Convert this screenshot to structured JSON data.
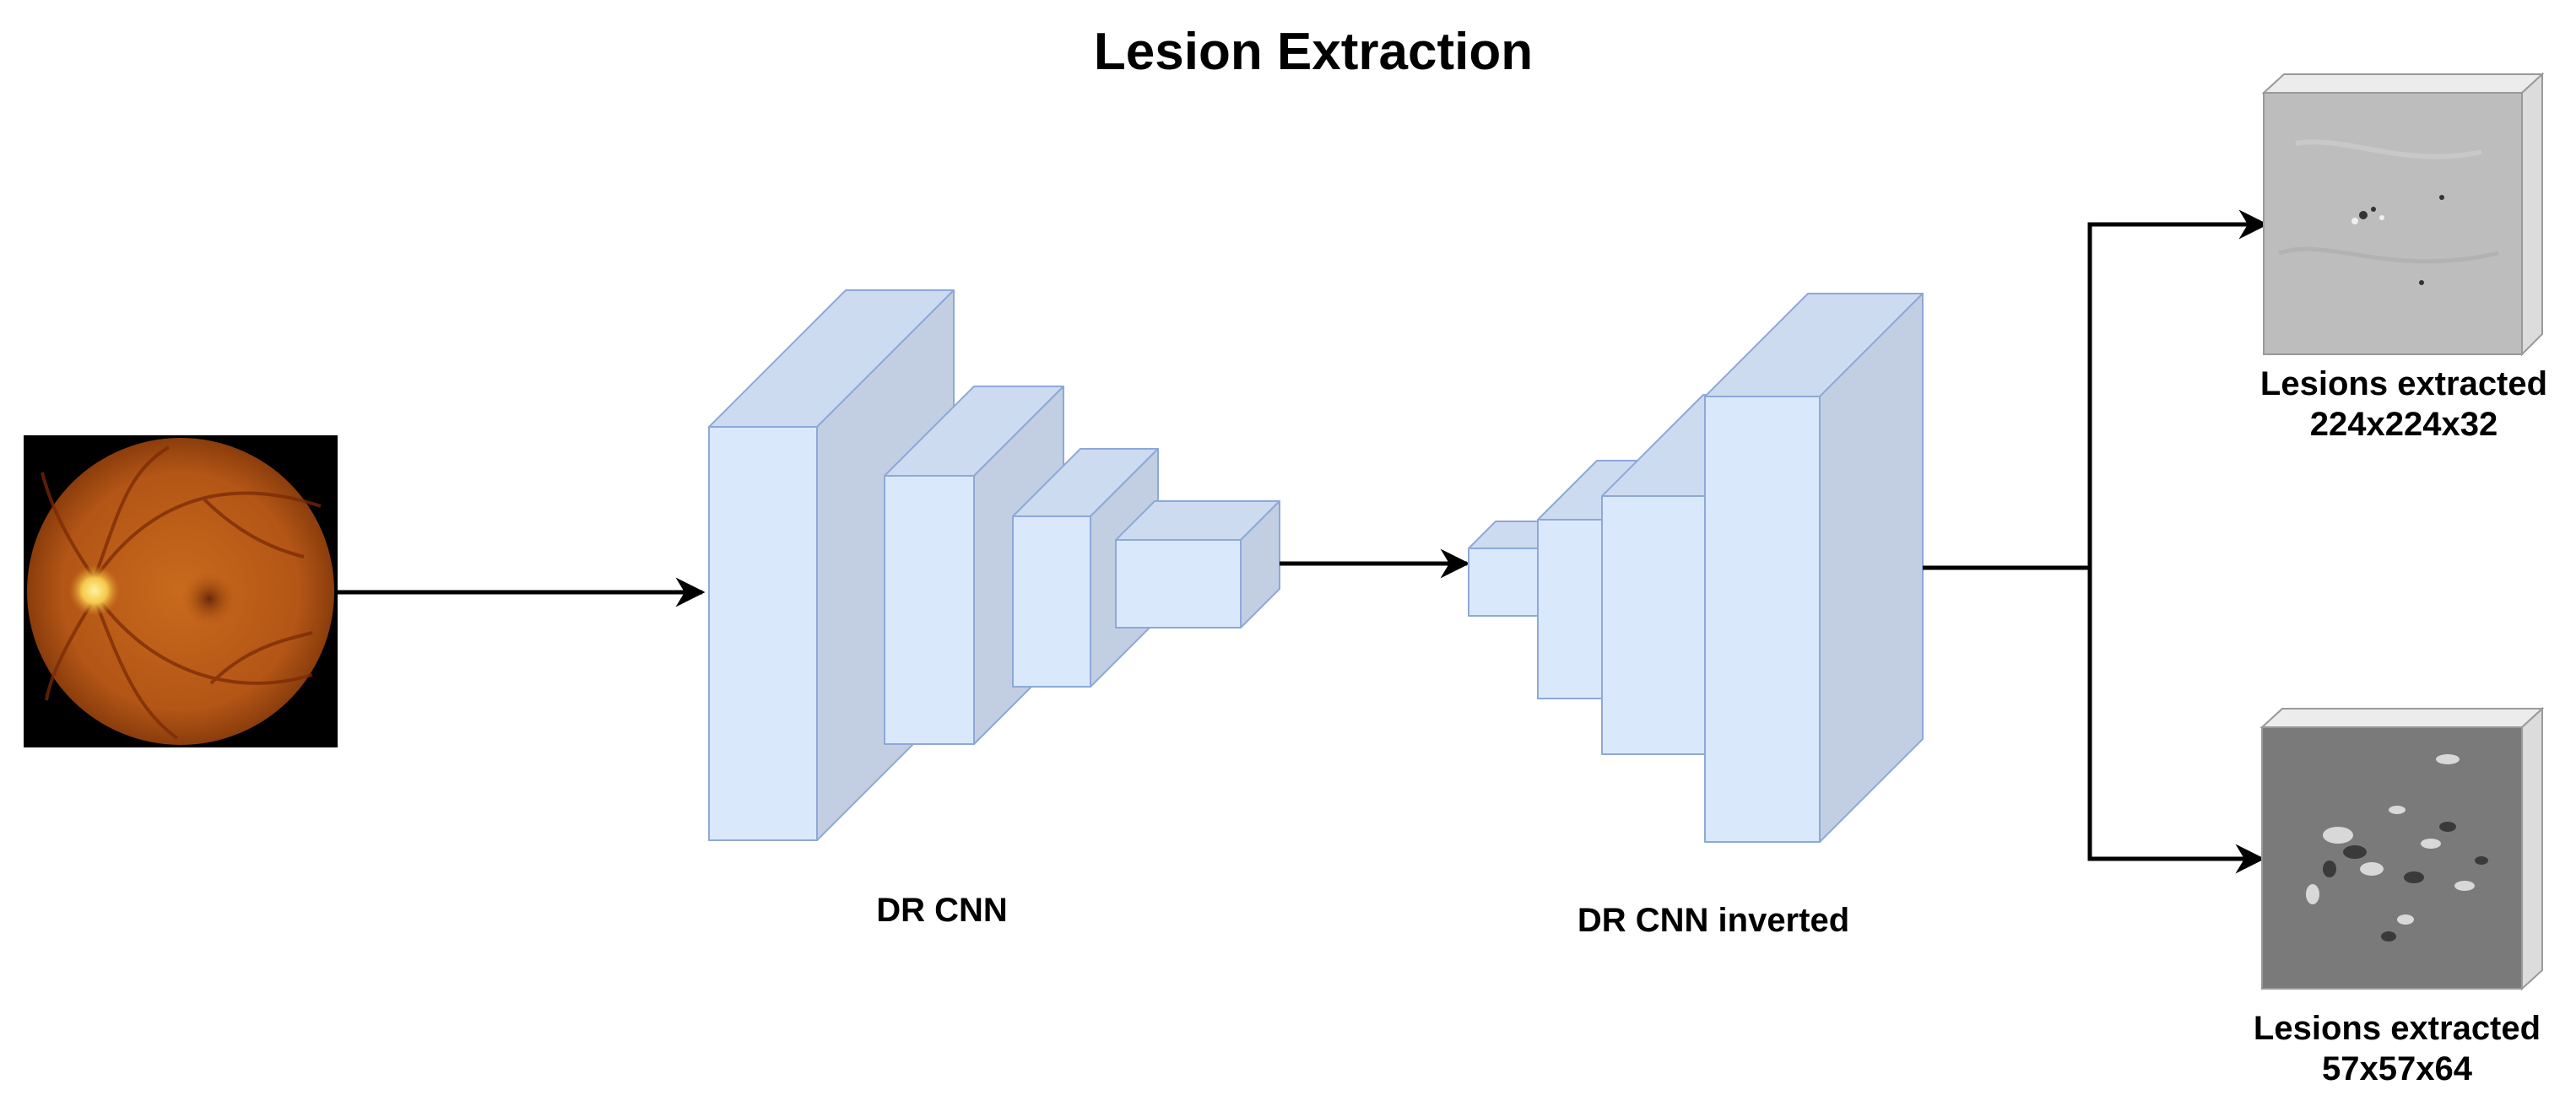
{
  "diagram": {
    "title": "Lesion Extraction",
    "encoder_label": "DR CNN",
    "decoder_label": "DR CNN inverted",
    "outputs": [
      {
        "label_line1": "Lesions extracted",
        "label_line2": "224x224x32"
      },
      {
        "label_line1": "Lesions extracted",
        "label_line2": "57x57x64"
      }
    ]
  },
  "colors": {
    "block_front": "#dae8fc",
    "block_top": "#cddbf0",
    "block_side": "#c2cfe3",
    "block_stroke": "#8ea8d8",
    "arrow": "#000000",
    "fundus_bg": "#000000",
    "fundus_retina": "#b85a14",
    "output1_bg": "#bdbdbd",
    "output2_bg": "#7a7a7a"
  },
  "icons": {
    "input_image": "retina-fundus-image",
    "output1_image": "lesion-map-image",
    "output2_image": "lesion-map-image"
  }
}
